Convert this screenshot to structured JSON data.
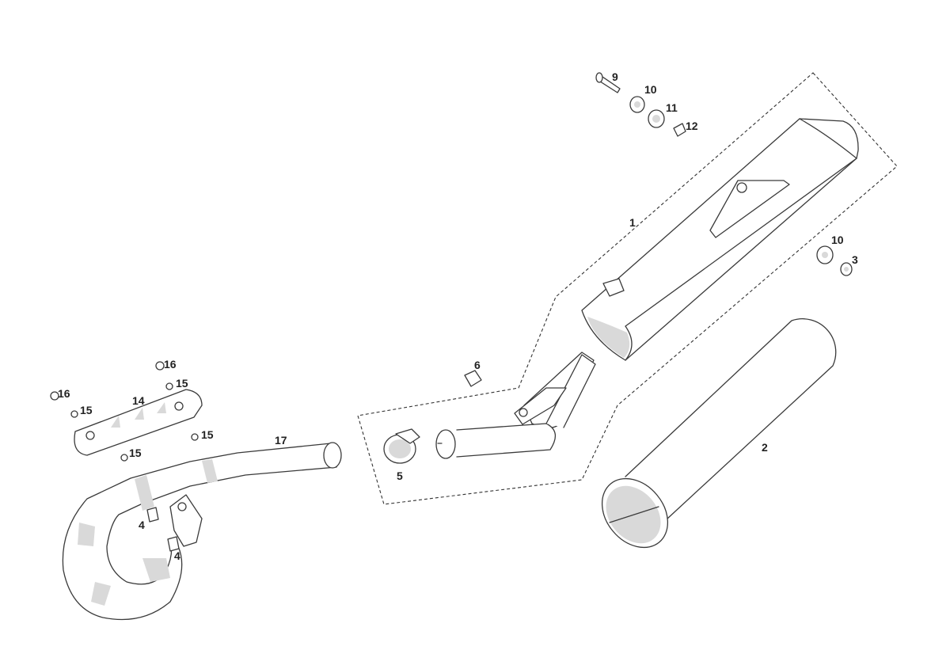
{
  "labels": {
    "p1": "1",
    "p2": "2",
    "p3": "3",
    "p4a": "4",
    "p4b": "4",
    "p5": "5",
    "p6": "6",
    "p9": "9",
    "p10a": "10",
    "p10b": "10",
    "p11": "11",
    "p12": "12",
    "p14": "14",
    "p15a": "15",
    "p15b": "15",
    "p15c": "15",
    "p15d": "15",
    "p16a": "16",
    "p16b": "16",
    "p17": "17"
  }
}
